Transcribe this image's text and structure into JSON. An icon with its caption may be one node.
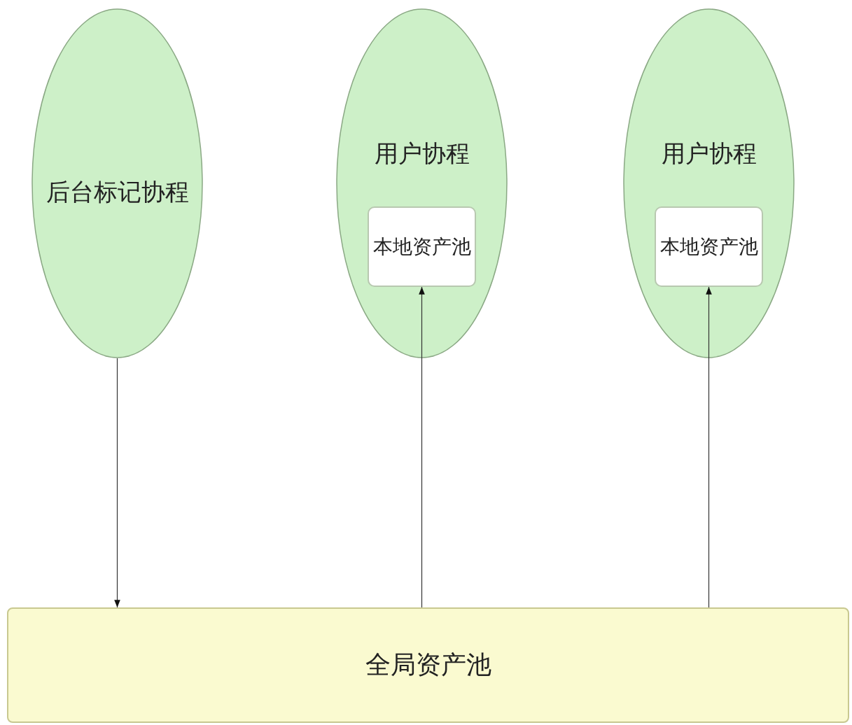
{
  "diagram": {
    "nodes": [
      {
        "text": [
          "后台标记协程"
        ]
      },
      {
        "text": [
          "用户协程"
        ]
      },
      {
        "text": [
          "本地资产池"
        ],
        "in": 1
      },
      {
        "text": [
          "用户协程"
        ]
      },
      {
        "text": [
          "本地资产池"
        ],
        "in": 3
      },
      {
        "text": [
          "全局资产池"
        ]
      }
    ],
    "edges": [
      {
        "from": 0,
        "to": 5,
        "arrow": "to"
      },
      {
        "from": 5,
        "to": 2,
        "arrow": "to"
      },
      {
        "from": 5,
        "to": 4,
        "arrow": "to"
      }
    ]
  }
}
